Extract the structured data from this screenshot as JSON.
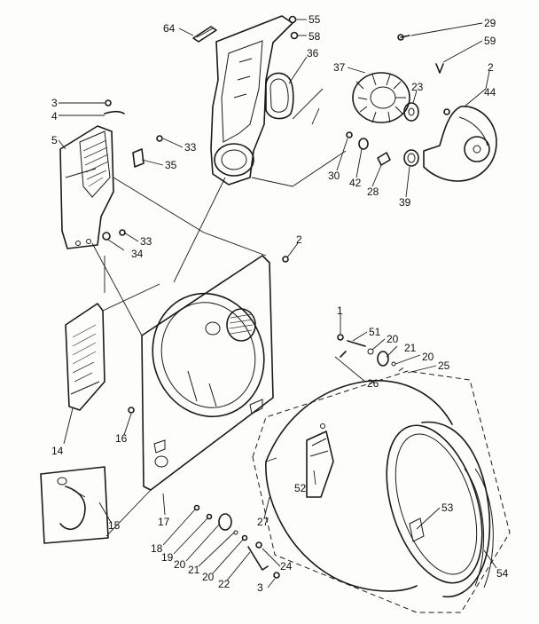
{
  "diagram": {
    "callouts": [
      {
        "id": "c64",
        "text": "64"
      },
      {
        "id": "c55",
        "text": "55"
      },
      {
        "id": "c58",
        "text": "58"
      },
      {
        "id": "c36",
        "text": "36"
      },
      {
        "id": "c29",
        "text": "29"
      },
      {
        "id": "c59",
        "text": "59"
      },
      {
        "id": "c37",
        "text": "37"
      },
      {
        "id": "c2a",
        "text": "2"
      },
      {
        "id": "c44",
        "text": "44"
      },
      {
        "id": "c23",
        "text": "23"
      },
      {
        "id": "c3a",
        "text": "3"
      },
      {
        "id": "c4",
        "text": "4"
      },
      {
        "id": "c5",
        "text": "5"
      },
      {
        "id": "c33a",
        "text": "33"
      },
      {
        "id": "c35",
        "text": "35"
      },
      {
        "id": "c30",
        "text": "30"
      },
      {
        "id": "c42",
        "text": "42"
      },
      {
        "id": "c28",
        "text": "28"
      },
      {
        "id": "c39",
        "text": "39"
      },
      {
        "id": "c33b",
        "text": "33"
      },
      {
        "id": "c34",
        "text": "34"
      },
      {
        "id": "c2b",
        "text": "2"
      },
      {
        "id": "c1",
        "text": "1"
      },
      {
        "id": "c51",
        "text": "51"
      },
      {
        "id": "c20a",
        "text": "20"
      },
      {
        "id": "c21a",
        "text": "21"
      },
      {
        "id": "c20b",
        "text": "20"
      },
      {
        "id": "c25",
        "text": "25"
      },
      {
        "id": "c26",
        "text": "26"
      },
      {
        "id": "c14",
        "text": "14"
      },
      {
        "id": "c16",
        "text": "16"
      },
      {
        "id": "c52",
        "text": "52"
      },
      {
        "id": "c53",
        "text": "53"
      },
      {
        "id": "c15",
        "text": "15"
      },
      {
        "id": "c17",
        "text": "17"
      },
      {
        "id": "c27",
        "text": "27"
      },
      {
        "id": "c54",
        "text": "54"
      },
      {
        "id": "c18",
        "text": "18"
      },
      {
        "id": "c19",
        "text": "19"
      },
      {
        "id": "c20c",
        "text": "20"
      },
      {
        "id": "c21b",
        "text": "21"
      },
      {
        "id": "c20d",
        "text": "20"
      },
      {
        "id": "c22",
        "text": "22"
      },
      {
        "id": "c24",
        "text": "24"
      },
      {
        "id": "c3b",
        "text": "3"
      }
    ]
  }
}
